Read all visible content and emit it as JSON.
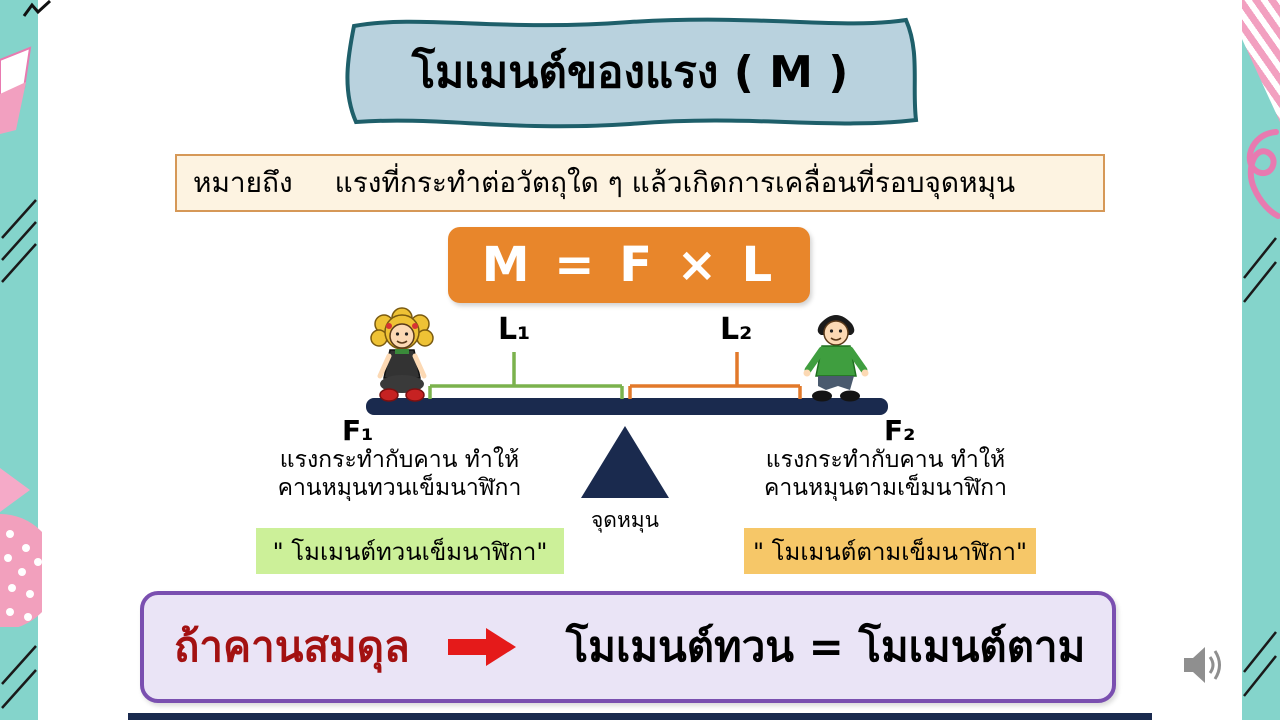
{
  "title": {
    "text": "โมเมนต์ของแรง ( M )"
  },
  "definition": {
    "term": "หมายถึง",
    "body": "แรงที่กระทำต่อวัตถุใด ๆ แล้วเกิดการเคลื่อนที่รอบจุดหมุน"
  },
  "formula": {
    "text": "M = F × L"
  },
  "diagram": {
    "l1": "L₁",
    "l2": "L₂",
    "f1": "F₁",
    "f2": "F₂",
    "pivot": "จุดหมุน",
    "left_caption": {
      "line1": "แรงกระทำกับคาน ทำให้",
      "line2": "คานหมุนทวนเข็มนาฬิกา"
    },
    "right_caption": {
      "line1": "แรงกระทำกับคาน ทำให้",
      "line2": "คานหมุนตามเข็มนาฬิกา"
    },
    "left_moment": "\" โมเมนต์ทวนเข็มนาฬิกา\"",
    "right_moment": "\" โมเมนต์ตามเข็มนาฬิกา\""
  },
  "conclusion": {
    "condition": "ถ้าคานสมดุล",
    "result": "โมเมนต์ทวน = โมเมนต์ตาม"
  },
  "icons": {
    "audio": "speaker-icon",
    "arrow": "right-arrow-icon"
  },
  "colors": {
    "background": "#84D4CB",
    "banner_fill": "#B9D2DE",
    "banner_border": "#1E5F6A",
    "definition_fill": "#FDF3E1",
    "definition_border": "#D69857",
    "formula_fill": "#E8862B",
    "beam": "#1A2A4E",
    "l1_line": "#7BB24D",
    "l2_line": "#E2792A",
    "left_moment_fill": "#CCF099",
    "right_moment_fill": "#F6C768",
    "conclusion_fill": "#EAE4F6",
    "conclusion_border": "#7A4FB0",
    "condition_text": "#A31111",
    "arrow": "#E51A1A",
    "decor_pink": "#F2A0C0"
  }
}
